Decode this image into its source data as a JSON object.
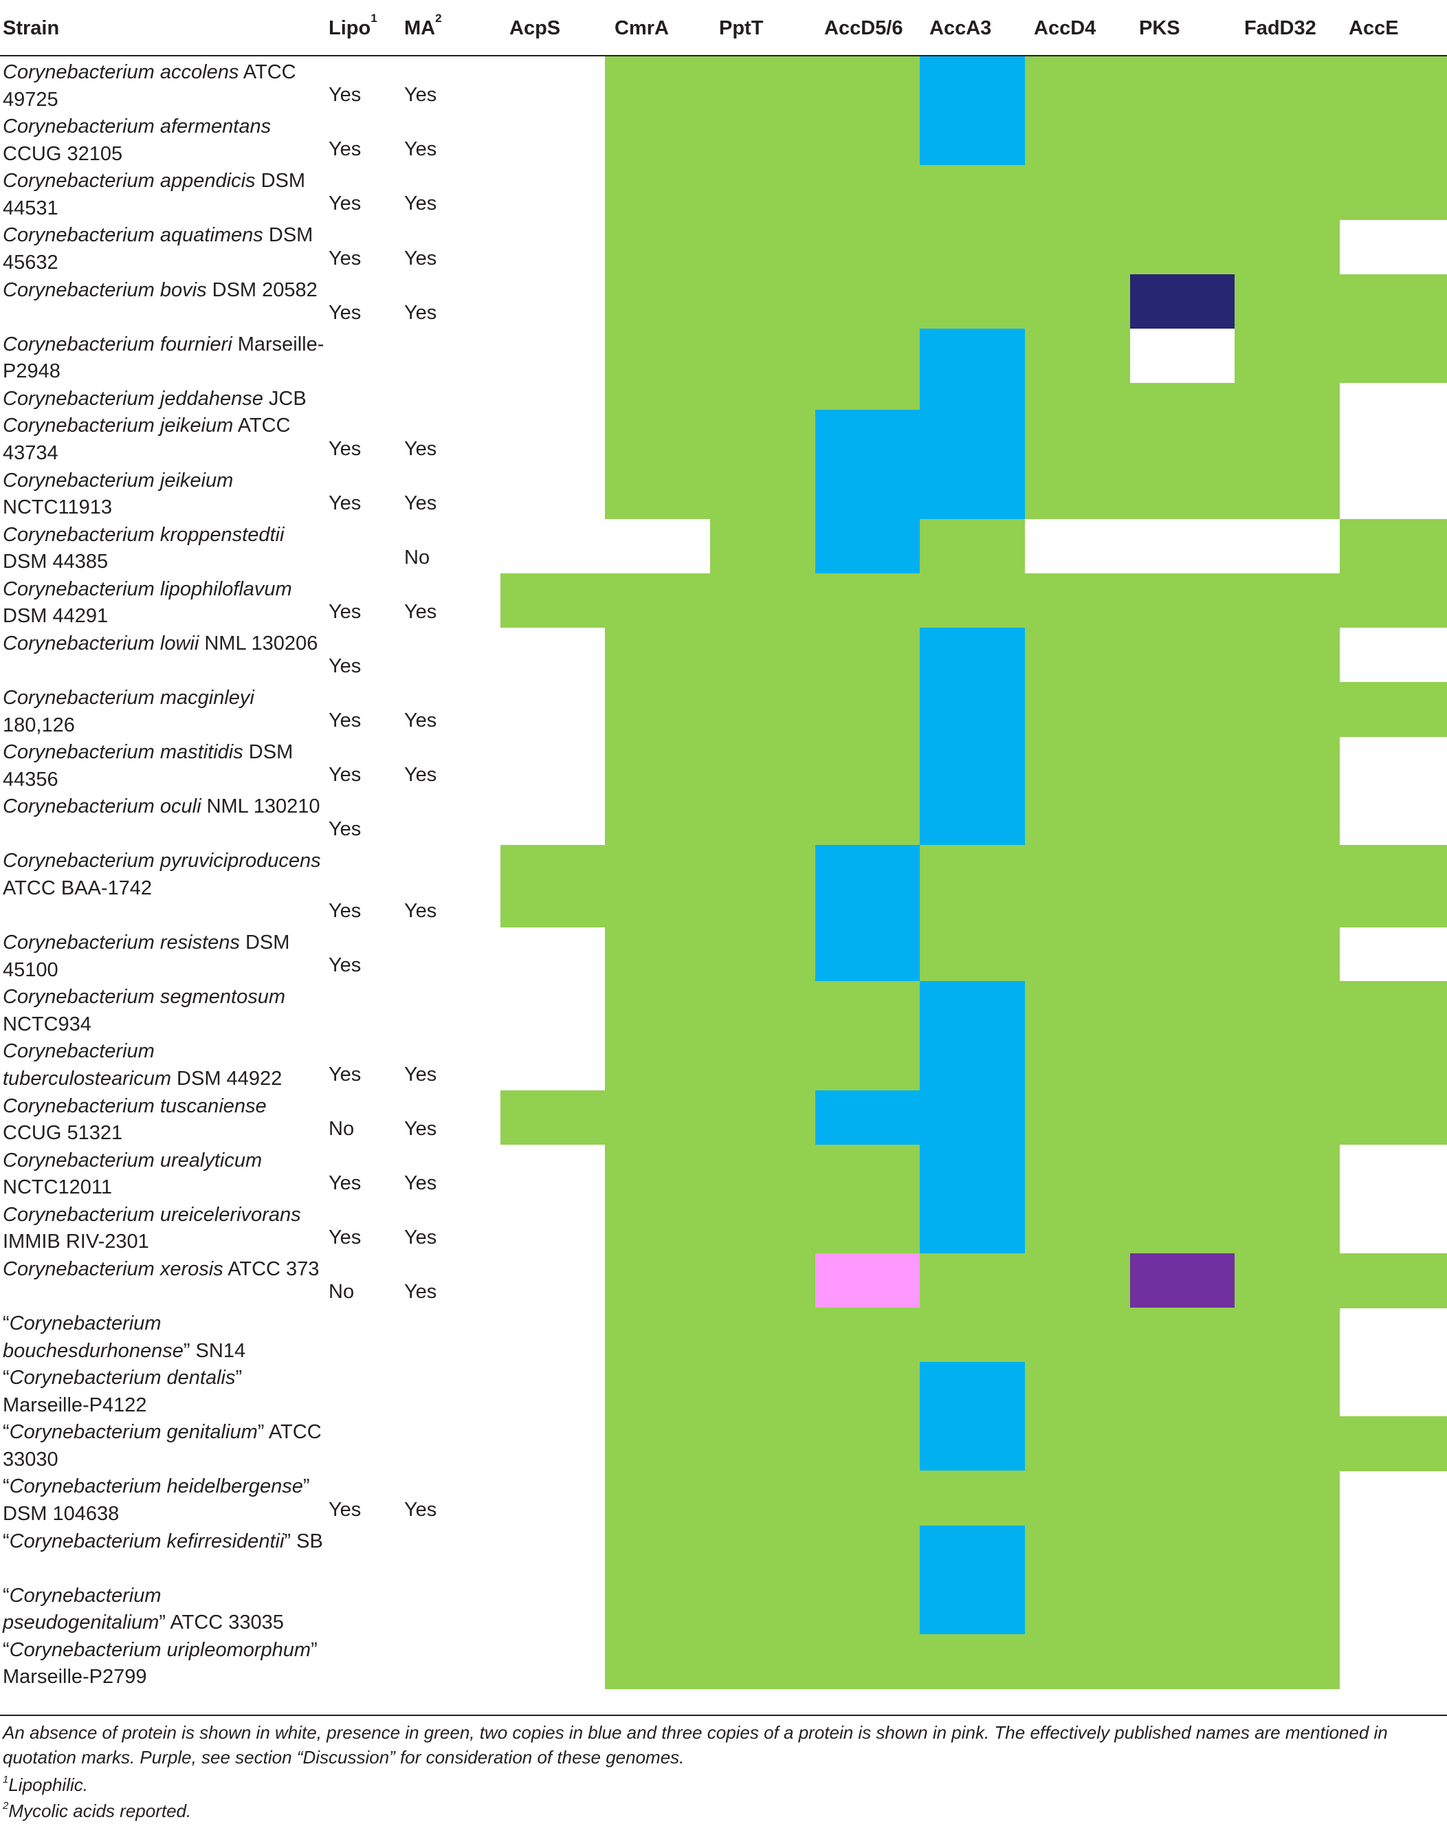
{
  "colors": {
    "absent": "#ffffff",
    "present": "#92d050",
    "two": "#00b0f0",
    "three": "#ff99ff",
    "navy": "#262673",
    "purple": "#7030a0"
  },
  "headers": {
    "strain": "Strain",
    "lipo": "Lipo",
    "lipo_sup": "1",
    "ma": "MA",
    "ma_sup": "2",
    "proteins": [
      "AcpS",
      "CmrA",
      "PptT",
      "AccD5/6",
      "AccA3",
      "AccD4",
      "PKS",
      "FadD32",
      "AccE"
    ]
  },
  "rows": [
    {
      "sp": "Corynebacterium accolens",
      "rest": " ATCC 49725",
      "lipo": "Yes",
      "ma": "Yes",
      "cells": "WGGGBGGGG"
    },
    {
      "sp": "Corynebacterium afermentans",
      "rest": " CCUG 32105",
      "lipo": "Yes",
      "ma": "Yes",
      "cells": "WGGGBGGGG"
    },
    {
      "sp": "Corynebacterium appendicis",
      "rest": " DSM 44531",
      "lipo": "Yes",
      "ma": "Yes",
      "cells": "WGGGGGGGG"
    },
    {
      "sp": "Corynebacterium aquatimens",
      "rest": " DSM 45632",
      "lipo": "Yes",
      "ma": "Yes",
      "cells": "WGGGGGGGW"
    },
    {
      "sp": "Corynebacterium bovis",
      "rest": " DSM 20582",
      "lipo": "Yes",
      "ma": "Yes",
      "cells": "WGGGGGNGG"
    },
    {
      "sp": "Corynebacterium fournieri",
      "rest": " Marseille-P2948",
      "lipo": "",
      "ma": "",
      "cells": "WGGGBGWGG"
    },
    {
      "sp": "Corynebacterium jeddahense",
      "rest": " JCB",
      "lipo": "",
      "ma": "",
      "cells": "WGGGBGGGW"
    },
    {
      "sp": "Corynebacterium jeikeium",
      "rest": " ATCC 43734",
      "lipo": "Yes",
      "ma": "Yes",
      "cells": "WGGBBGGGW"
    },
    {
      "sp": "Corynebacterium jeikeium",
      "rest": " NCTC11913",
      "lipo": "Yes",
      "ma": "Yes",
      "cells": "WGGBBGGGW"
    },
    {
      "sp": "Corynebacterium kroppenstedtii",
      "rest": " DSM 44385",
      "lipo": "",
      "ma": "No",
      "cells": "WWGBGWWWG"
    },
    {
      "sp": "Corynebacterium lipophiloflavum",
      "rest": " DSM 44291",
      "lipo": "Yes",
      "ma": "Yes",
      "cells": "GGGGGGGGG"
    },
    {
      "sp": "Corynebacterium lowii",
      "rest": " NML 130206",
      "lipo": "Yes",
      "ma": "",
      "cells": "WGGGBGGGW"
    },
    {
      "sp": "Corynebacterium macginleyi",
      "rest": " 180,126",
      "lipo": "Yes",
      "ma": "Yes",
      "cells": "WGGGBGGGG"
    },
    {
      "sp": "Corynebacterium mastitidis",
      "rest": " DSM 44356",
      "lipo": "Yes",
      "ma": "Yes",
      "cells": "WGGGBGGGW"
    },
    {
      "sp": "Corynebacterium oculi",
      "rest": " NML 130210",
      "lipo": "Yes",
      "ma": "",
      "cells": "WGGGBGGGW"
    },
    {
      "sp": "Corynebacterium pyruviciproducens",
      "rest": " ATCC BAA-1742",
      "lipo": "Yes",
      "ma": "Yes",
      "cells": "GGGBGGGGG"
    },
    {
      "sp": "Corynebacterium resistens",
      "rest": " DSM 45100",
      "lipo": "Yes",
      "ma": "",
      "cells": "WGGBGGGGW"
    },
    {
      "sp": "Corynebacterium segmentosum",
      "rest": " NCTC934",
      "lipo": "",
      "ma": "",
      "cells": "WGGGBGGGG"
    },
    {
      "sp": "Corynebacterium tuberculostearicum",
      "rest": " DSM 44922",
      "lipo": "Yes",
      "ma": "Yes",
      "cells": "WGGGBGGGG"
    },
    {
      "sp": "Corynebacterium tuscaniense",
      "rest": " CCUG 51321",
      "lipo": "No",
      "ma": "Yes",
      "cells": "GGGBBGGGG"
    },
    {
      "sp": "Corynebacterium urealyticum",
      "rest": " NCTC12011",
      "lipo": "Yes",
      "ma": "Yes",
      "cells": "WGGGBGGGW"
    },
    {
      "sp": "Corynebacterium ureicelerivorans",
      "rest": " IMMIB RIV-2301",
      "lipo": "Yes",
      "ma": "Yes",
      "cells": "WGGGBGGGW"
    },
    {
      "sp": "Corynebacterium xerosis",
      "rest": " ATCC 373",
      "lipo": "No",
      "ma": "Yes",
      "cells": "WGGPGGUGG"
    },
    {
      "pre": "“",
      "sp": "Corynebacterium bouchesdurhonense",
      "rest": "” SN14",
      "lipo": "",
      "ma": "",
      "cells": "WGGGGGGGW"
    },
    {
      "pre": "“",
      "sp": "Corynebacterium dentalis",
      "rest": "” Marseille-P4122",
      "lipo": "",
      "ma": "",
      "cells": "WGGGBGGGW"
    },
    {
      "pre": "“",
      "sp": "Corynebacterium genitalium",
      "rest": "” ATCC 33030",
      "lipo": "",
      "ma": "",
      "cells": "WGGGBGGGG"
    },
    {
      "pre": "“",
      "sp": "Corynebacterium heidelbergense",
      "rest": "” DSM 104638",
      "lipo": "Yes",
      "ma": "Yes",
      "cells": "WGGGGGGGW"
    },
    {
      "pre": "“",
      "sp": "Corynebacterium kefirresidentii",
      "rest": "” SB",
      "lipo": "",
      "ma": "",
      "cells": "WGGGBGGGW"
    },
    {
      "pre": "“",
      "sp": "Corynebacterium pseudogenitalium",
      "rest": "” ATCC 33035",
      "lipo": "",
      "ma": "",
      "cells": "WGGGBGGGW"
    },
    {
      "pre": "“",
      "sp": "Corynebacterium uripleomorphum",
      "rest": "” Marseille-P2799",
      "lipo": "",
      "ma": "",
      "cells": "WGGGGGGGW"
    }
  ],
  "footnotes": {
    "main": "An absence of protein is shown in white, presence in green, two copies in blue and three copies of a protein is shown in pink. The effectively published names are mentioned in quotation marks. Purple, see section “Discussion” for consideration of these genomes.",
    "note1_sup": "1",
    "note1": "Lipophilic.",
    "note2_sup": "2",
    "note2": "Mycolic acids reported."
  }
}
